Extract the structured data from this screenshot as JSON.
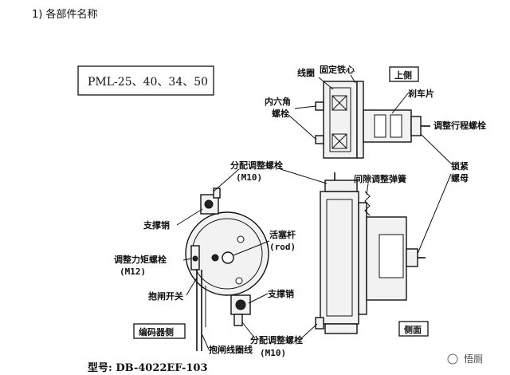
{
  "heading": "1)   各部件名称",
  "model_box": "PML-25、40、34、50",
  "view_labels": {
    "top_view": "上侧",
    "encoder_side": "编码器侧",
    "side_view": "侧面"
  },
  "labels": {
    "coil": "线圈",
    "fixed_core": "固定铁心",
    "hex_bolt_line1": "内六角",
    "hex_bolt_line2": "螺栓",
    "brake_pad": "刹车片",
    "stroke_bolt": "调整行程螺栓",
    "lock_nut_line1": "锁紧",
    "lock_nut_line2": "螺母",
    "dist_bolt_top": "分配调整螺栓",
    "dist_bolt_top_spec": "(M10)",
    "gap_spring": "间隙调整弹簧",
    "support_pin_top": "支撑销",
    "plunger_rod": "活塞杆",
    "plunger_rod_en": "(rod)",
    "torque_bolt": "调整力矩螺栓",
    "torque_bolt_spec": "(M12)",
    "brake_switch": "抱闸开关",
    "support_pin_bottom": "支撑销",
    "brake_wire": "抱闸线圈线",
    "dist_bolt_bottom": "分配调整螺栓",
    "dist_bolt_bottom_spec": "(M10)"
  },
  "type_number": "型号:  DB-4022EF-103",
  "watermark": "悟厕"
}
